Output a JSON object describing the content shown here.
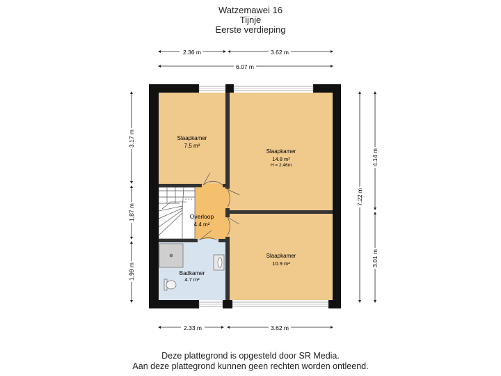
{
  "header": {
    "address": "Watzemawei 16",
    "city": "Tijnje",
    "floor": "Eerste verdieping"
  },
  "dimensions": {
    "top_left": "2.36 m",
    "top_right": "3.62 m",
    "top_total": "6.07 m",
    "bottom_left": "2.33 m",
    "bottom_right": "3.62 m",
    "left_top": "3.17 m",
    "left_middle": "1.87 m",
    "left_bottom": "1.99 m",
    "right_total": "7.22 m",
    "right_top": "4.14 m",
    "right_bottom": "3.01 m"
  },
  "rooms": {
    "bedroom_small": {
      "name": "Slaapkamer",
      "area": "7.5 m²"
    },
    "bedroom_large": {
      "name": "Slaapkamer",
      "area": "14.8 m²",
      "height": "H = 2.46m"
    },
    "landing": {
      "name": "Overloop",
      "area": "4.4 m²"
    },
    "bathroom": {
      "name": "Badkamer",
      "area": "4.7 m²"
    },
    "bedroom_back": {
      "name": "Slaapkamer",
      "area": "10.9 m²"
    }
  },
  "footer": {
    "line1": "Deze plattegrond is opgesteld door SR Media.",
    "line2": "Aan deze plattegrond kunnen geen rechten worden ontleend."
  },
  "colors": {
    "wall": "#111111",
    "bedroom": "#f0c98c",
    "landing": "#f5c06e",
    "bathroom": "#d7e3ef",
    "stairs": "#ffffff"
  }
}
